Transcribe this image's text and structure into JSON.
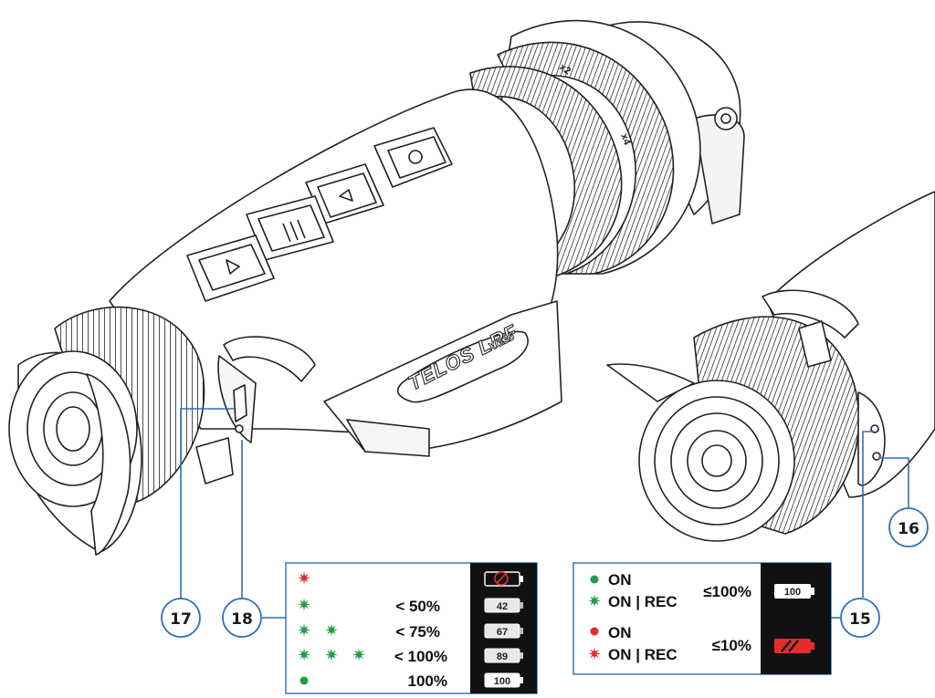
{
  "device": {
    "model_label": "TELOS LRF",
    "model_variant": "XG35",
    "zoom_marks": [
      "x2",
      "x4"
    ]
  },
  "callouts": {
    "c15": "15",
    "c16": "16",
    "c17": "17",
    "c18": "18"
  },
  "charge_panel": {
    "rows": [
      {
        "indicators": [
          "red"
        ],
        "value": "",
        "battery": "no-charge"
      },
      {
        "indicators": [
          "green"
        ],
        "value": "< 50%",
        "battery": "42"
      },
      {
        "indicators": [
          "green",
          "green"
        ],
        "value": "< 75%",
        "battery": "67"
      },
      {
        "indicators": [
          "green",
          "green",
          "green"
        ],
        "value": "< 100%",
        "battery": "89"
      },
      {
        "indicators": [
          "green-dot"
        ],
        "value": "100%",
        "battery": "100"
      }
    ]
  },
  "status_panel": {
    "group_full": {
      "line1": "ON",
      "line2": "ON | REC",
      "level": "≤100%",
      "battery": "100"
    },
    "group_low": {
      "line1": "ON",
      "line2": "ON | REC",
      "level": "≤10%"
    }
  },
  "colors": {
    "green": "#1e9e47",
    "red": "#e52b2b",
    "callout_blue": "#2d6fb8",
    "panel_black": "#111111"
  }
}
